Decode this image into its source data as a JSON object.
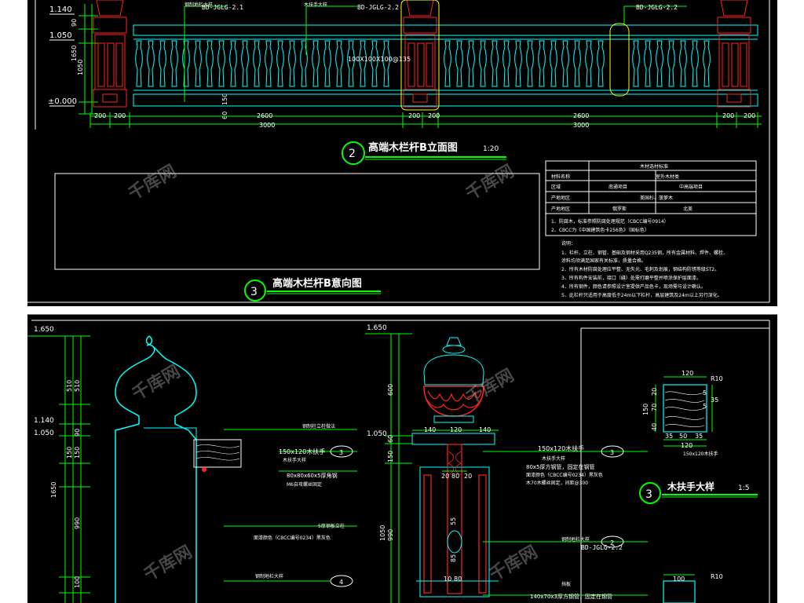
{
  "elevation": {
    "ref_labels": [
      "BD-JGLG-2.1",
      "BD-JGLG-2.2",
      "BD-JGLG-2.2"
    ],
    "level_top": "1.140",
    "level_mid": "1.050",
    "level_base": "±0.000",
    "vertical_dims": [
      "90",
      "1650",
      "1050",
      "150",
      "60"
    ],
    "baluster_note": "100X100X100@135",
    "left_label": "钢制地栏大样",
    "handrail_label": "木扶手大样",
    "dims_row1": [
      "200",
      "200",
      "2600",
      "200",
      "200",
      "2600",
      "200",
      "200"
    ],
    "dims_row2": [
      "3000",
      "3000"
    ],
    "title_num": "2",
    "title": "高端木栏杆B立面图",
    "scale": "1:20"
  },
  "schematic": {
    "title_num": "3",
    "title": "高端木栏杆B意向图"
  },
  "material_table": {
    "caption": "木材选材标准",
    "header": [
      "材料名称",
      "室外木材类"
    ],
    "rows": [
      [
        "区域",
        "南通项目",
        "中高端项目"
      ],
      [
        "产地地区",
        "美国杉、菠萝木",
        ""
      ],
      [
        "产地地区",
        "俄罗斯",
        "北美"
      ]
    ],
    "notes_lines": [
      "1、防腐木，标准参照防腐处理规范（CBCC编号0914）",
      "2、CBCC为《中国建筑色卡256色》（国标色）"
    ]
  },
  "notes": {
    "heading": "说明：",
    "lines": [
      "1、栏杆、立柱、钢管、基础及钢材采用Q235钢，所有金属材料、焊件、螺栓、",
      "涂料均须满足国家有关标准，质量合格。",
      "2、所有木材防腐处理应平整、无失光、毛刺及划痕，钢结构防锈等级ST2。",
      "3、所有构件安装前，接口（缝）处需打磨平整并喷涂保护层面漆。",
      "4、所有钢件，颜色请参照设计室提供产品色卡，现场需与设计确认。",
      "5、此栏杆只适用于高度低于24m以下栏杆，高层建筑及24m以上另行深化。"
    ]
  },
  "section_left": {
    "levels": [
      "1.650",
      "1.140",
      "1.050"
    ],
    "dims": [
      "510",
      "510",
      "90",
      "150",
      "150",
      "100",
      "990",
      "1650"
    ],
    "labels": [
      "钢制柱立柱做法",
      "150x120木扶手",
      "木扶手大样",
      "80x80x60x5厚角钢",
      "M6自攻螺丝固定",
      "5厚钢板立柱",
      "面漆颜色（CBCC编号0234）黑灰色",
      "钢制地栏大样"
    ],
    "circle_nums": [
      "3",
      "4"
    ]
  },
  "section_mid": {
    "levels": [
      "1.650",
      "1.050"
    ],
    "dims_top": [
      "140",
      "120",
      "140"
    ],
    "dims_v": [
      "600",
      "60",
      "150",
      "990",
      "1050"
    ],
    "dims_inner": [
      "20",
      "80",
      "20",
      "55",
      "85",
      "10",
      "80"
    ],
    "labels": [
      "150x120木扶手",
      "木扶手大样",
      "80x5厚方钢管，固定在钢管",
      "面漆颜色（CBCC编号0234）黑灰色",
      "木70木螺丝固定，间距@300",
      "钢制地栏大样",
      "BD-JGLG-2.2",
      "140x70x3厚方钢管，固定在钢管",
      "挡板"
    ],
    "circle_nums": [
      "3",
      "2"
    ]
  },
  "handrail_detail": {
    "dims": [
      "120",
      "R10",
      "5",
      "35",
      "5",
      "150",
      "70",
      "40",
      "20",
      "35",
      "50",
      "35",
      "120",
      "100",
      "R10"
    ],
    "note": "150x120木扶手",
    "title_num": "3",
    "title": "木扶手大样",
    "scale": "1:5"
  },
  "watermark": "千库网"
}
